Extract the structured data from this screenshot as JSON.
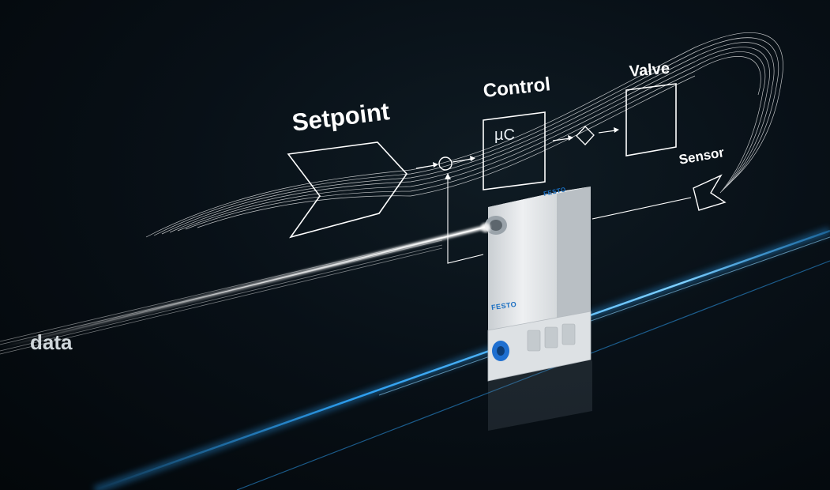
{
  "diagram": {
    "nodes": {
      "setpoint": "Setpoint",
      "control": "Control",
      "controller_symbol": "µC",
      "valve": "Valve",
      "sensor": "Sensor"
    },
    "data_label": "data"
  },
  "device": {
    "brand": "FESTO"
  },
  "colors": {
    "background": "#060c11",
    "line": "#ffffff",
    "glow": "#2fa8ff",
    "device_body": "#e6e9eb",
    "connector": "#1e6fd0"
  }
}
